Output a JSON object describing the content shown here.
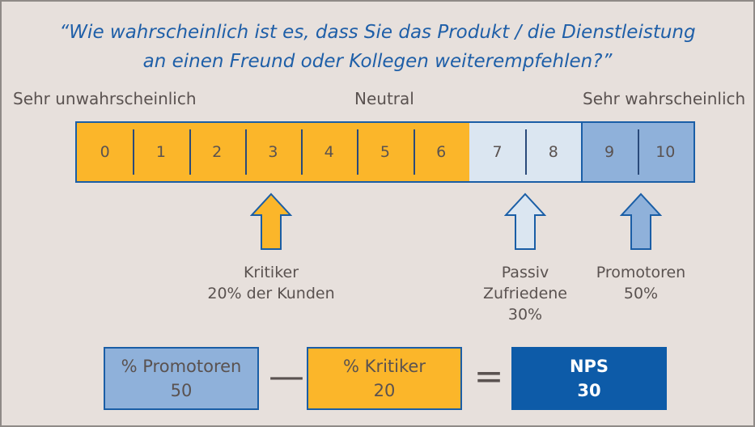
{
  "question": {
    "line1": "“Wie wahrscheinlich ist es, dass Sie das Produkt / die Dienstleistung",
    "line2": "an einen Freund oder Kollegen weiterempfehlen?”"
  },
  "scale": {
    "left_label": "Sehr unwahrscheinlich",
    "mid_label": "Neutral",
    "right_label": "Sehr wahrscheinlich",
    "values": [
      "0",
      "1",
      "2",
      "3",
      "4",
      "5",
      "6",
      "7",
      "8",
      "9",
      "10"
    ]
  },
  "groups": {
    "critics": {
      "name": "Kritiker",
      "share": "20% der Kunden",
      "color": "#fbb62a"
    },
    "passive": {
      "name": "Passiv",
      "name2": "Zufriedene",
      "share": "30%",
      "color": "#dbe6f1"
    },
    "promoters": {
      "name": "Promotoren",
      "share": "50%",
      "color": "#8fb1da"
    }
  },
  "formula": {
    "promoters_label": "% Promotoren",
    "promoters_value": "50",
    "minus": "—",
    "critics_label": "% Kritiker",
    "critics_value": "20",
    "equals": "=",
    "nps_label": "NPS",
    "nps_value": "30",
    "nps_color": "#0d5ba8"
  }
}
